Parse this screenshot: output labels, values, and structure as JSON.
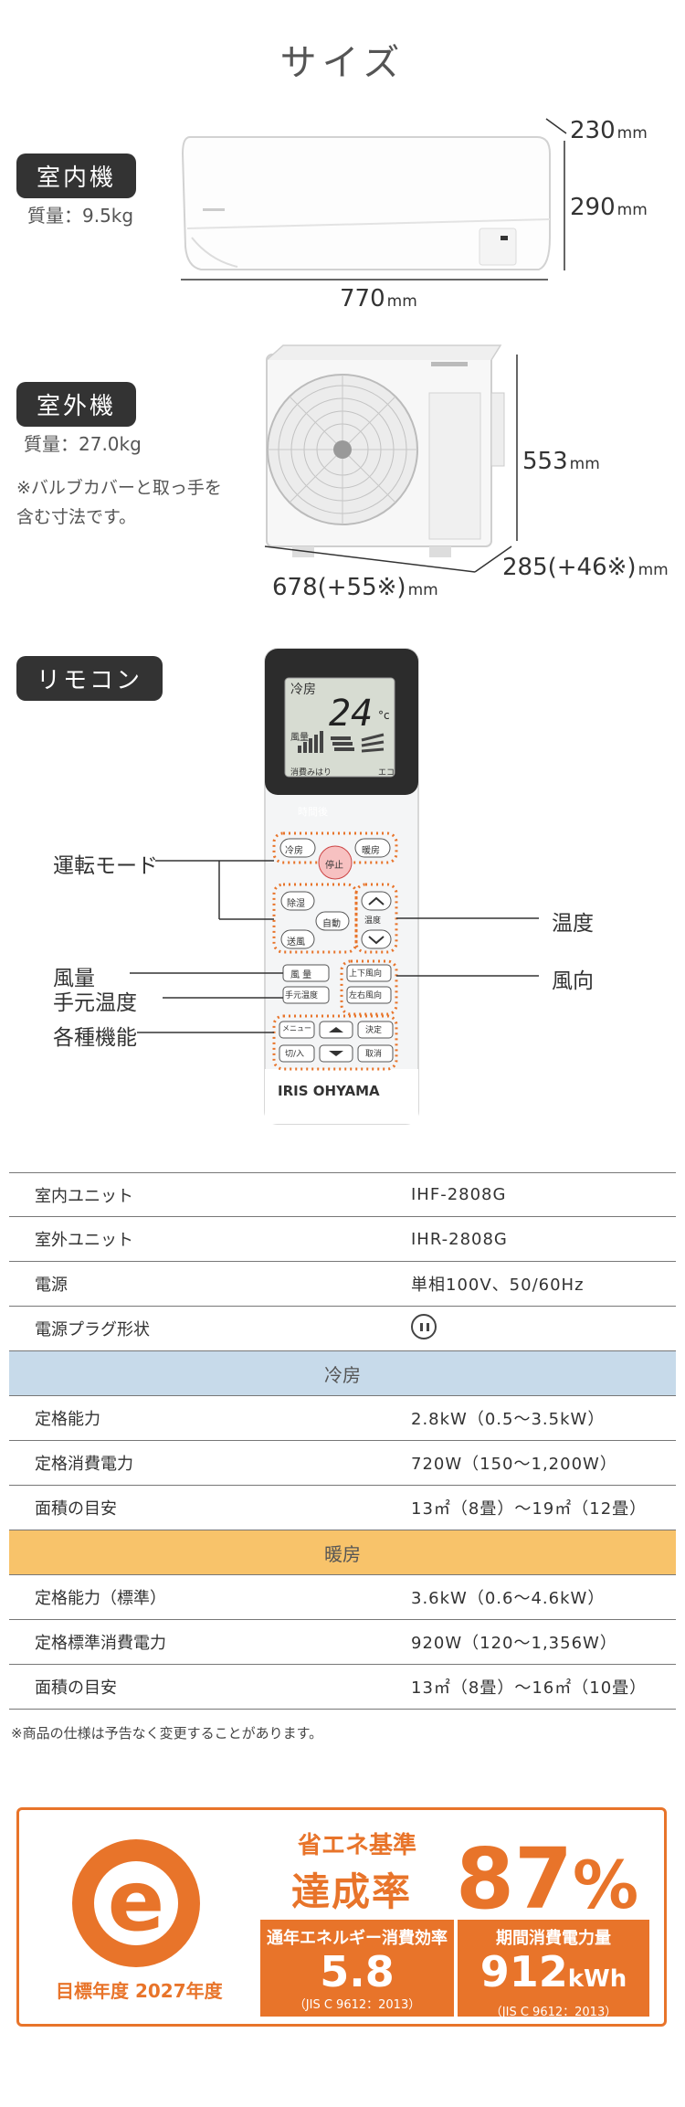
{
  "title": "サイズ",
  "indoor": {
    "label": "室内機",
    "weight": "質量：9.5kg",
    "width": "770",
    "depth": "230",
    "height": "290",
    "unit": "mm"
  },
  "outdoor": {
    "label": "室外機",
    "weight": "質量：27.0kg",
    "note_line1": "※バルブカバーと取っ手を",
    "note_line2": "含む寸法です。",
    "width": "678(+55※)",
    "depth": "285(+46※)",
    "height": "553",
    "unit": "mm"
  },
  "remote": {
    "label": "リモコン",
    "callouts": {
      "mode": "運転モード",
      "fan": "風量",
      "temp_sensor": "手元温度",
      "functions": "各種機能",
      "temperature": "温度",
      "direction": "風向"
    },
    "display": {
      "mode": "冷房",
      "temp": "24",
      "unit": "°c",
      "fan": "風量",
      "eco": "消費みはり",
      "eco2": "エコ",
      "timer": "時間後"
    },
    "buttons": {
      "cool": "冷房",
      "heat": "暖房",
      "stop": "停止",
      "dry": "除湿",
      "auto": "自動",
      "fan_btn": "送風",
      "temp": "温度",
      "fan_vol": "風 量",
      "sensor": "手元温度",
      "ud": "上下風向",
      "lr": "左右風向",
      "menu": "メニュー",
      "decide": "決定",
      "timer": "切/入",
      "cancel": "取消"
    },
    "brand": "IRIS OHYAMA"
  },
  "spec": {
    "rows": [
      {
        "k": "室内ユニット",
        "v": "IHF-2808G"
      },
      {
        "k": "室外ユニット",
        "v": "IHR-2808G"
      },
      {
        "k": "電源",
        "v": "単相100V、50/60Hz"
      },
      {
        "k": "電源プラグ形状",
        "v": ""
      }
    ],
    "cool_header": "冷房",
    "cool_rows": [
      {
        "k": "定格能力",
        "v": "2.8kW（0.5〜3.5kW）"
      },
      {
        "k": "定格消費電力",
        "v": "720W（150〜1,200W）"
      },
      {
        "k": "面積の目安",
        "v": "13㎡（8畳）〜19㎡（12畳）"
      }
    ],
    "warm_header": "暖房",
    "warm_rows": [
      {
        "k": "定格能力（標準）",
        "v": "3.6kW（0.6〜4.6kW）"
      },
      {
        "k": "定格標準消費電力",
        "v": "920W（120〜1,356W）"
      },
      {
        "k": "面積の目安",
        "v": "13㎡（8畳）〜16㎡（10畳）"
      }
    ],
    "footnote": "※商品の仕様は予告なく変更することがあります。"
  },
  "energy": {
    "logo_letter": "e",
    "year": "目標年度 2027年度",
    "kijun": "省エネ基準",
    "tassei": "達成率",
    "percent": "87",
    "percent_sign": "%",
    "apf_label": "通年エネルギー消費効率",
    "apf_value": "5.8",
    "apf_jis": "（JIS C 9612：2013）",
    "kwh_label": "期間消費電力量",
    "kwh_value": "912",
    "kwh_unit": "kWh",
    "kwh_jis": "（JIS C 9612：2013）",
    "accent": "#e8742a"
  }
}
